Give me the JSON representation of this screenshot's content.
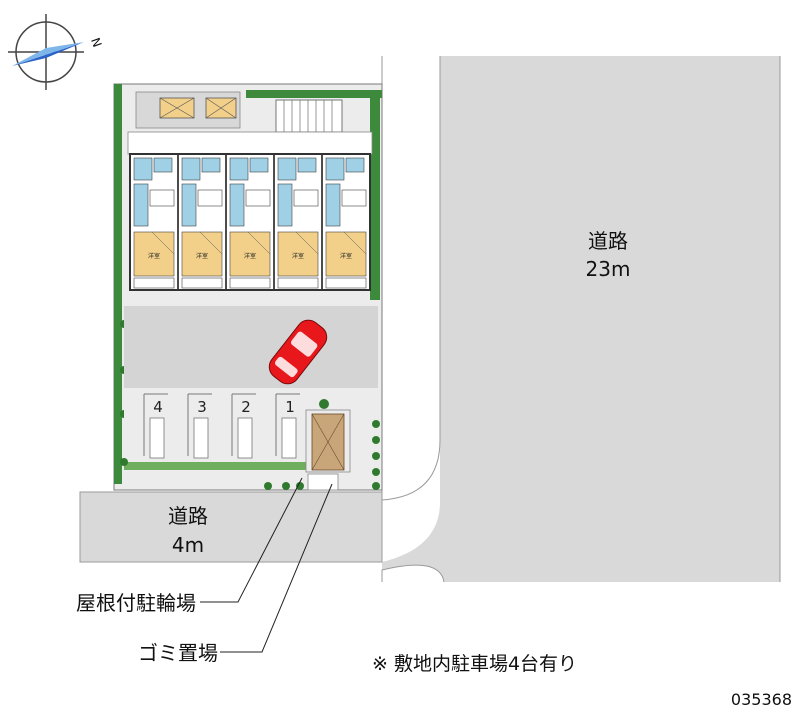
{
  "compass": {
    "north_label": "N"
  },
  "road_main": {
    "name": "道路",
    "width": "23m"
  },
  "road_side": {
    "name": "道路",
    "width": "4m"
  },
  "labels": {
    "bicycle_parking": "屋根付駐輪場",
    "garbage": "ゴミ置場",
    "note": "※ 敷地内駐車場4台有り",
    "property_id": "035368"
  },
  "parking_slots": [
    "4",
    "3",
    "2",
    "1"
  ],
  "units": [
    {
      "room": "洋室"
    },
    {
      "room": "洋室"
    },
    {
      "room": "洋室"
    },
    {
      "room": "洋室"
    },
    {
      "room": "洋室"
    }
  ],
  "colors": {
    "road": "#d9d9d9",
    "lot": "#d4d4d4",
    "hedge": "#3d8a3d",
    "floor": "#f3d08a",
    "bath": "#9fd0e6",
    "car": "#e8171c",
    "garbage": "#c9a67a"
  }
}
